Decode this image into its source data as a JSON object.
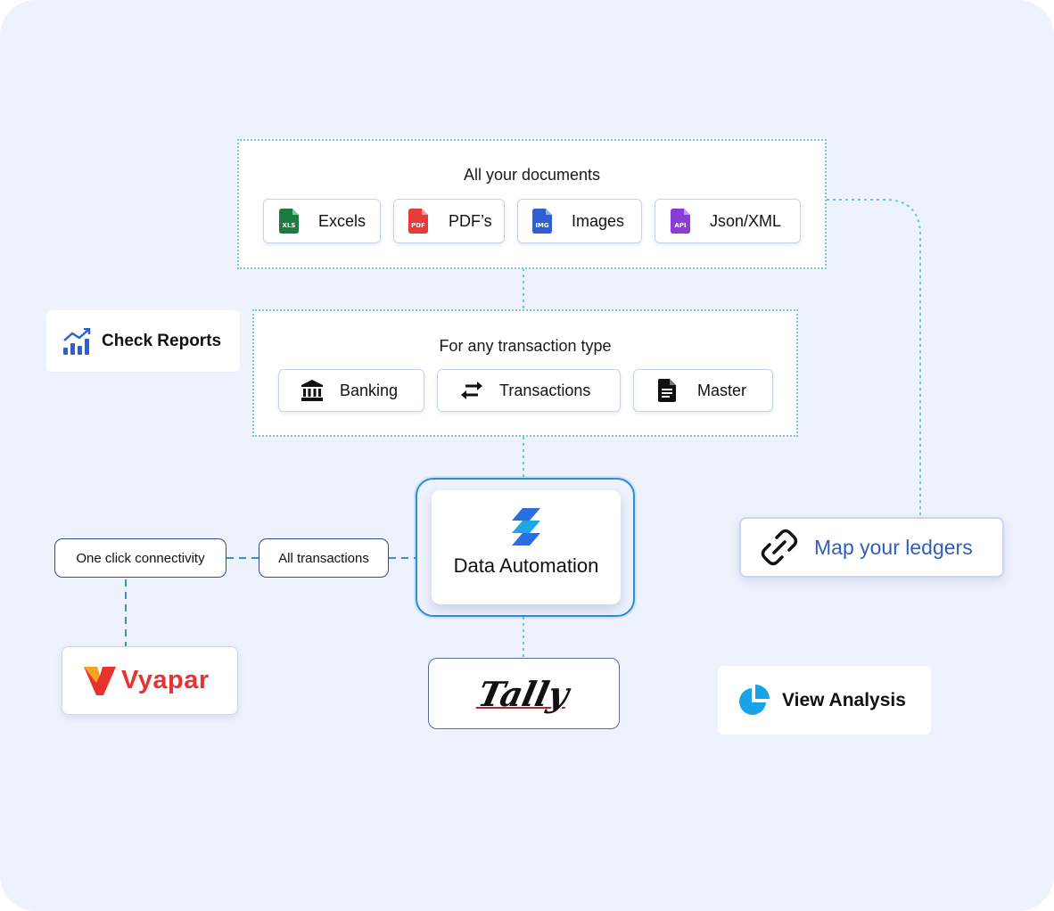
{
  "documents": {
    "title": "All your documents",
    "items": [
      {
        "label": "Excels",
        "icon": "excel-file-icon",
        "icon_text": "XLS",
        "color": "#1e7a43"
      },
      {
        "label": "PDF’s",
        "icon": "pdf-file-icon",
        "icon_text": "PDF",
        "color": "#e53b3b"
      },
      {
        "label": "Images",
        "icon": "image-file-icon",
        "icon_text": "IMG",
        "color": "#2f5fd6"
      },
      {
        "label": "Json/XML",
        "icon": "api-file-icon",
        "icon_text": "API",
        "color": "#8b3bd9"
      }
    ]
  },
  "transactions": {
    "title": "For any transaction type",
    "items": [
      {
        "label": "Banking",
        "icon": "bank-icon"
      },
      {
        "label": "Transactions",
        "icon": "swap-arrows-icon"
      },
      {
        "label": "Master",
        "icon": "document-icon"
      }
    ]
  },
  "check_reports": {
    "label": "Check Reports",
    "icon": "bar-chart-icon",
    "color": "#2f5fd6"
  },
  "automation": {
    "label": "Data Automation",
    "icon": "automation-logo-icon"
  },
  "connectivity": {
    "label": "One click connectivity"
  },
  "all_transactions": {
    "label": "All transactions"
  },
  "map_ledgers": {
    "label": "Map your ledgers",
    "icon": "link-icon",
    "color": "#2f5fb8"
  },
  "vyapar": {
    "label": "Vyapar",
    "color": "#e8322f"
  },
  "tally": {
    "label": "Tally"
  },
  "view_analysis": {
    "label": "View Analysis",
    "icon": "pie-chart-icon",
    "color": "#1aa3e8"
  }
}
